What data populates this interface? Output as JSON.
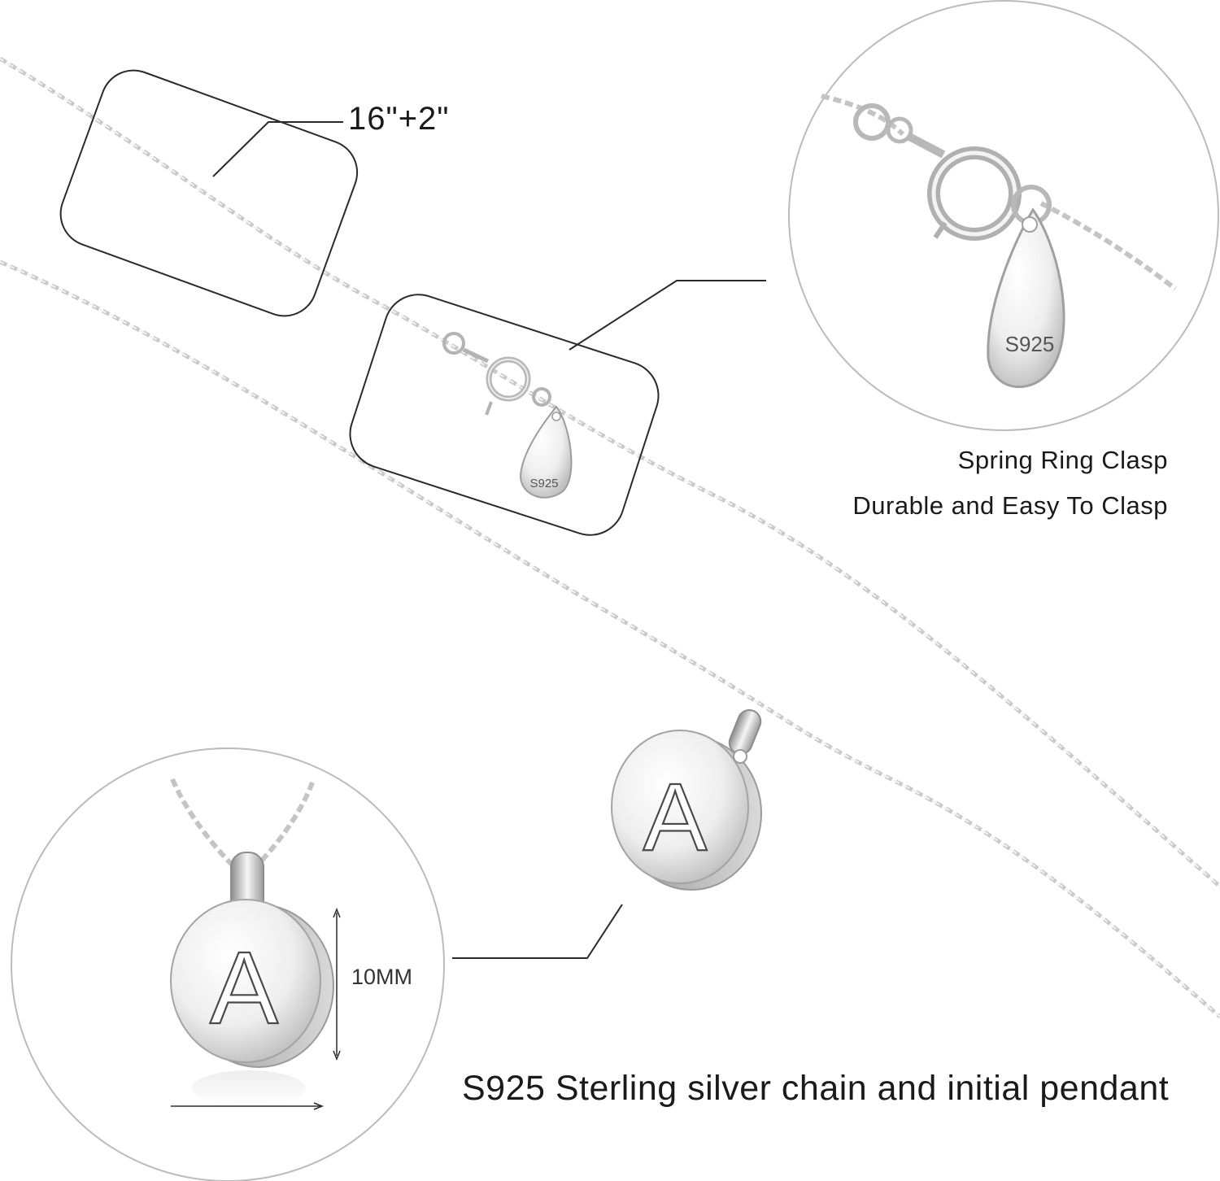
{
  "labels": {
    "chain_length": "16\"+2\"",
    "clasp_name": "Spring Ring Clasp",
    "clasp_desc": "Durable and Easy To Clasp",
    "pendant_size": "10MM",
    "material": "S925 Sterling silver chain and initial pendant",
    "tag_stamp": "S925",
    "pendant_letter": "A"
  },
  "colors": {
    "background": "#ffffff",
    "silver_light": "#eeeeee",
    "silver_mid": "#c4c4c4",
    "silver_dark": "#8a8a8a",
    "outline": "#2a2a2a",
    "text": "#1a1a1a"
  }
}
